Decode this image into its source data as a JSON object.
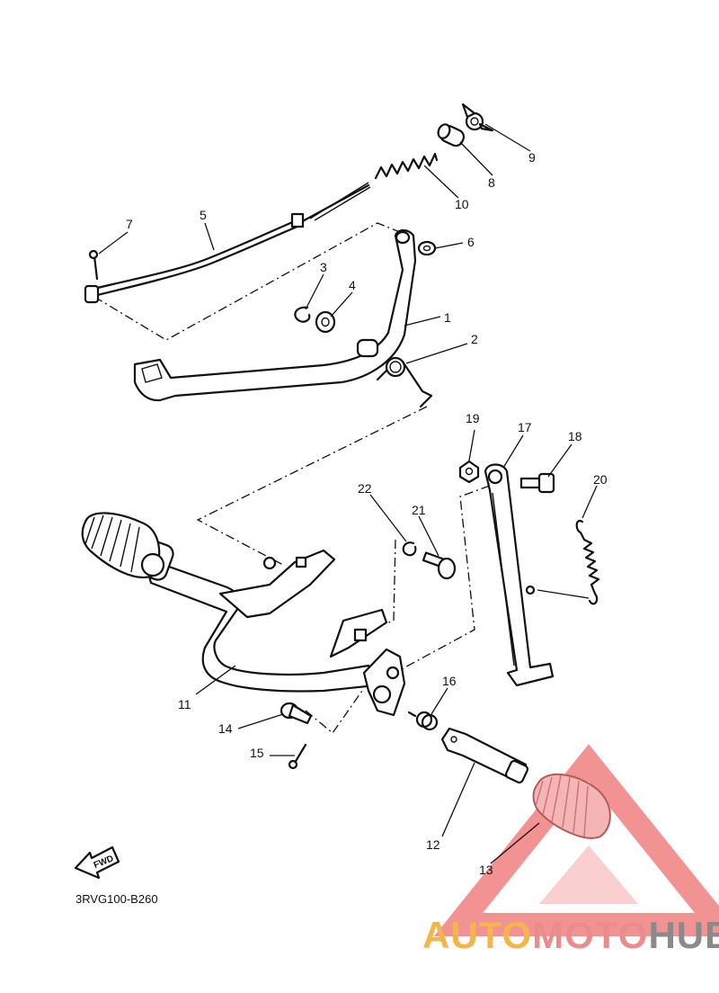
{
  "callouts": [
    {
      "id": "1",
      "label": "1"
    },
    {
      "id": "2",
      "label": "2"
    },
    {
      "id": "3",
      "label": "3"
    },
    {
      "id": "4",
      "label": "4"
    },
    {
      "id": "5",
      "label": "5"
    },
    {
      "id": "6",
      "label": "6"
    },
    {
      "id": "7",
      "label": "7"
    },
    {
      "id": "8",
      "label": "8"
    },
    {
      "id": "9",
      "label": "9"
    },
    {
      "id": "10",
      "label": "10"
    },
    {
      "id": "11",
      "label": "11"
    },
    {
      "id": "12",
      "label": "12"
    },
    {
      "id": "13",
      "label": "13"
    },
    {
      "id": "14",
      "label": "14"
    },
    {
      "id": "15",
      "label": "15"
    },
    {
      "id": "16",
      "label": "16"
    },
    {
      "id": "17",
      "label": "17"
    },
    {
      "id": "18",
      "label": "18"
    },
    {
      "id": "19",
      "label": "19"
    },
    {
      "id": "20",
      "label": "20"
    },
    {
      "id": "21",
      "label": "21"
    },
    {
      "id": "22",
      "label": "22"
    }
  ],
  "diagram_code": "3RVG100-B260",
  "fwd_label": "FWD",
  "watermark": {
    "part1": "AUTO",
    "part2": "MOTO",
    "part3": "HUB",
    "color_auto": "#f6b54a",
    "color_moto": "#ec8b8b",
    "color_hub": "#8a8a8a",
    "logo_color": "#f08080"
  }
}
